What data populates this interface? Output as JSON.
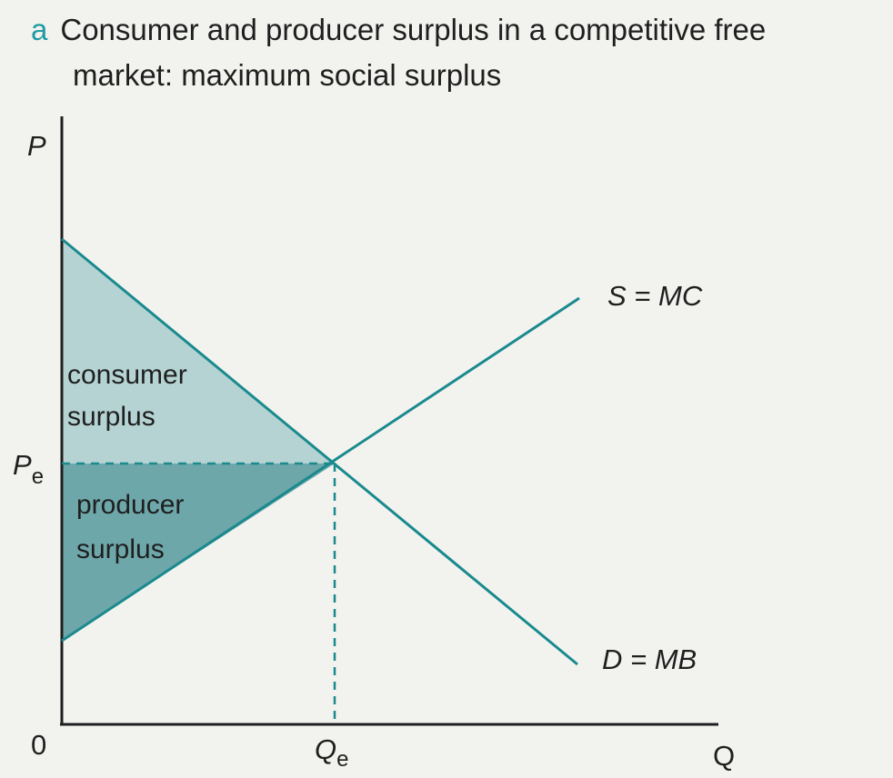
{
  "title": {
    "letter": "a",
    "line1": "Consumer and producer surplus in a competitive free",
    "line2": "market: maximum social surplus"
  },
  "axes": {
    "y_label": "P",
    "x_label": "Q",
    "origin": "0",
    "pe_main": "P",
    "pe_sub": "e",
    "qe_main": "Q",
    "qe_sub": "e"
  },
  "curves": {
    "supply": "S = MC",
    "demand": "D = MB"
  },
  "areas": {
    "consumer_line1": "consumer",
    "consumer_line2": "surplus",
    "producer_line1": "producer",
    "producer_line2": "surplus"
  },
  "colors": {
    "line": "#1a8a8e",
    "consumer_fill": "#b4d3d2",
    "producer_fill": "#6ea7aa",
    "axis": "#1f1f1f",
    "caption_letter": "#1f9aa3"
  }
}
